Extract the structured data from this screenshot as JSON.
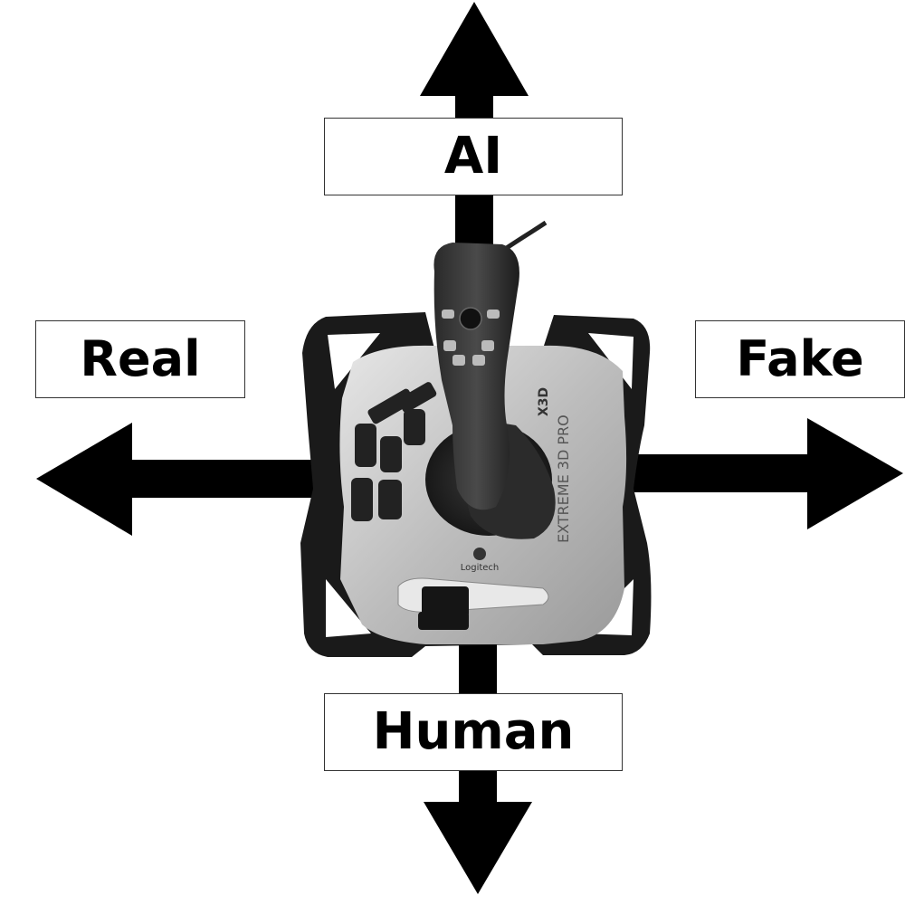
{
  "axes": {
    "up_label": "AI",
    "down_label": "Human",
    "left_label": "Real",
    "right_label": "Fake"
  },
  "joystick": {
    "brand": "Logitech",
    "model_text": "EXTREME 3D PRO",
    "badge_text": "X3D"
  },
  "colors": {
    "arrow": "#000000",
    "background": "#ffffff",
    "base_silver": "#c9c9c9",
    "base_frame": "#1a1a1a"
  },
  "icons": {
    "up": "arrow-up-icon",
    "down": "arrow-down-icon",
    "left": "arrow-left-icon",
    "right": "arrow-right-icon"
  }
}
